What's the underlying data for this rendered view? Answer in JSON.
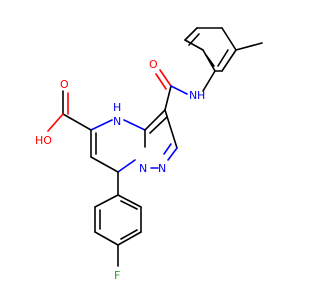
{
  "molecule": {
    "labels": {
      "carboxyl_oh": "HO",
      "carboxyl_o": "O",
      "amide_o": "O",
      "ring_nh": "N",
      "ring_nh_h": "H",
      "amide_nh": "N",
      "amide_nh_h": "H",
      "pyrazole_n1": "N",
      "pyrazole_n2": "N",
      "fluorine": "F"
    },
    "element_colors": {
      "carbon": "#000000",
      "oxygen": "#ff0000",
      "nitrogen": "#0000ff",
      "fluorine": "#2ea02e"
    }
  }
}
